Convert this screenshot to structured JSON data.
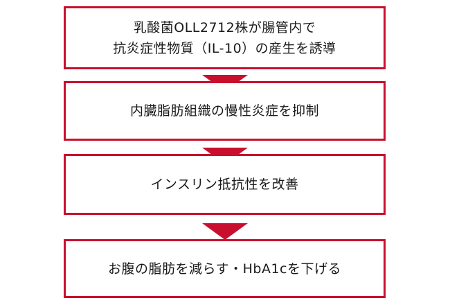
{
  "flow": {
    "accent_color": "#c8102e",
    "steps": [
      {
        "lines": [
          "乳酸菌OLL2712株が腸管内で",
          "抗炎症性物質（IL-10）の産生を誘導"
        ]
      },
      {
        "lines": [
          "内臓脂肪組織の慢性炎症を抑制"
        ]
      },
      {
        "lines": [
          "インスリン抵抗性を改善"
        ]
      },
      {
        "lines": [
          "お腹の脂肪を減らす・HbA1cを下げる"
        ]
      }
    ]
  }
}
